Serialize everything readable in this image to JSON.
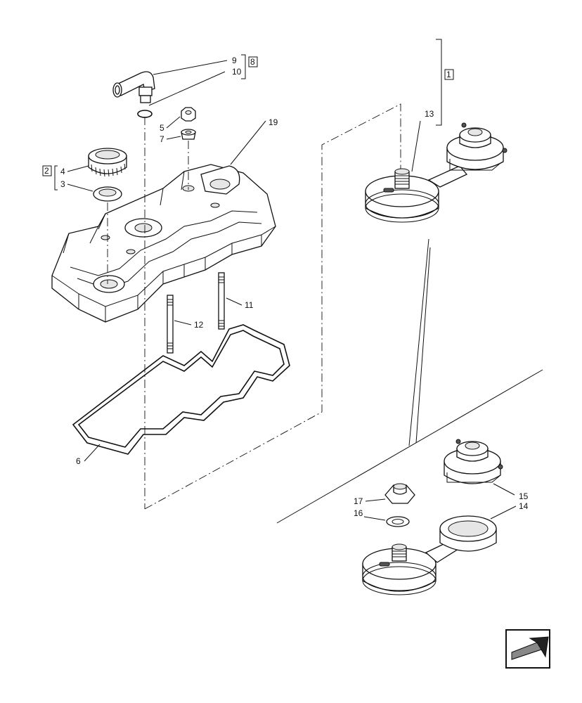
{
  "callouts": {
    "c1": "1",
    "c2": "2",
    "c3": "3",
    "c4": "4",
    "c5": "5",
    "c6": "6",
    "c7": "7",
    "c8": "8",
    "c9": "9",
    "c10": "10",
    "c11": "11",
    "c12": "12",
    "c13": "13",
    "c14": "14",
    "c15": "15",
    "c16": "16",
    "c17": "17",
    "c19": "19"
  },
  "icons": {
    "nav": "arrow-back-icon"
  }
}
